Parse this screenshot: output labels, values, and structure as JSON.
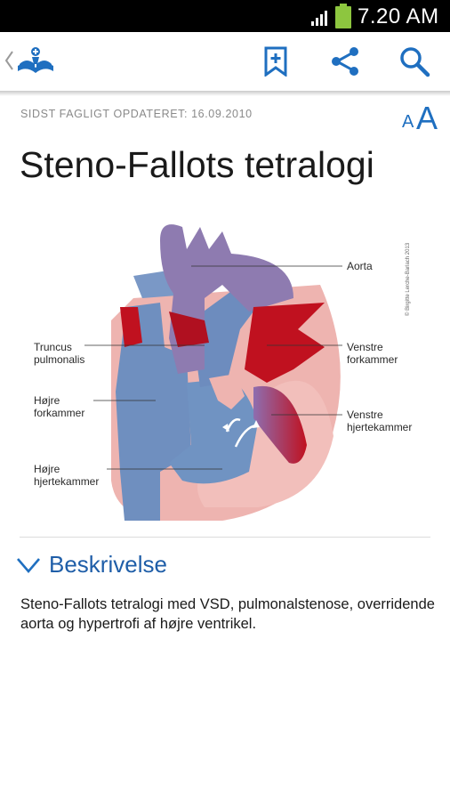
{
  "status_bar": {
    "time": "7.20 AM"
  },
  "app_bar": {
    "icons": [
      "back-chevron-icon",
      "book-logo-icon",
      "bookmark-add-icon",
      "share-icon",
      "search-icon"
    ]
  },
  "article": {
    "updated": "SIDST FAGLIGT OPDATERET: 16.09.2010",
    "font_size_small": "A",
    "font_size_large": "A",
    "title": "Steno-Fallots tetralogi",
    "figure": {
      "labels": {
        "aorta": "Aorta",
        "truncus": "Truncus\npulmonalis",
        "venstre_forkammer": "Venstre\nforkammer",
        "hojre_forkammer": "Højre\nforkammer",
        "venstre_hjertekammer": "Venstre\nhjertekammer",
        "hojre_hjertekammer": "Højre\nhjertekammer"
      },
      "copyright": "© Birgitte Lerche-Barlach 2013"
    },
    "section": {
      "title": "Beskrivelse",
      "text": "Steno-Fallots tetralogi med VSD, pulmonalstenose, overridende aorta og hypertrofi af højre ventrikel."
    }
  },
  "colors": {
    "accent": "#1f6fc0",
    "section_title": "#1f5ea8",
    "heart_pink": "#eeb4b0",
    "vein_blue": "#6f8fbf",
    "artery_purple": "#8e7bb0",
    "oxygenated_red": "#c0111f"
  }
}
